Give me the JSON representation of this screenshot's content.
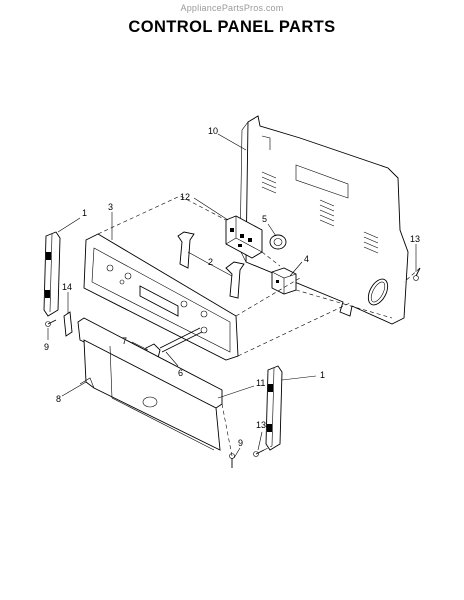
{
  "watermark": "AppliancePartsPros.com",
  "title": "CONTROL PANEL PARTS",
  "callouts": {
    "c1_left": "1",
    "c1_right": "1",
    "c2": "2",
    "c3": "3",
    "c4": "4",
    "c5": "5",
    "c6": "6",
    "c7": "7",
    "c8": "8",
    "c9_left": "9",
    "c9_right": "9",
    "c10": "10",
    "c11": "11",
    "c12": "12",
    "c13_top": "13",
    "c13_bottom": "13",
    "c14": "14"
  }
}
